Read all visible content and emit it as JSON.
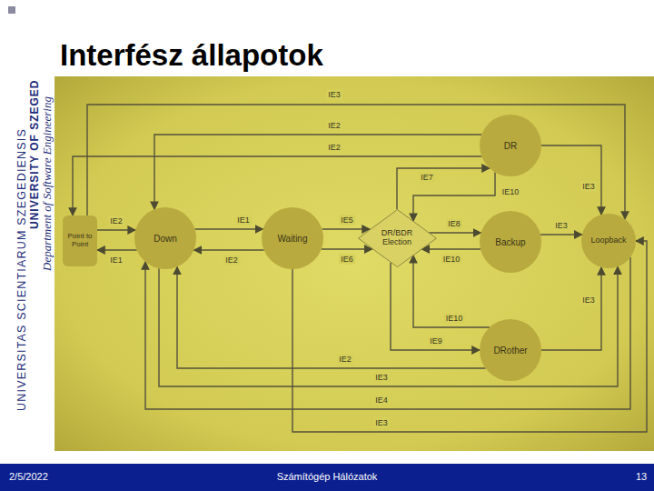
{
  "diagram": {
    "title": "Interfész állapotok",
    "nodes": [
      {
        "text": [
          "Point to Point"
        ]
      },
      {
        "text": [
          "Down"
        ]
      },
      {
        "text": [
          "Waiting"
        ]
      },
      {
        "text": [
          "DR/BDR Election"
        ]
      },
      {
        "text": [
          "DR"
        ]
      },
      {
        "text": [
          "Backup"
        ]
      },
      {
        "text": [
          "DRother"
        ]
      },
      {
        "text": [
          "Loopback"
        ]
      }
    ],
    "edges": [
      {
        "from": 0,
        "to": 7,
        "label": "IE3",
        "arrow": "to"
      },
      {
        "from": 4,
        "to": 1,
        "label": "IE2",
        "arrow": "to"
      },
      {
        "from": 4,
        "to": 0,
        "label": "IE2",
        "arrow": "to"
      },
      {
        "from": 0,
        "to": 1,
        "label": "IE2",
        "arrow": "to"
      },
      {
        "from": 1,
        "to": 0,
        "label": "IE1",
        "arrow": "to"
      },
      {
        "from": 1,
        "to": 2,
        "label": "IE1",
        "arrow": "to"
      },
      {
        "from": 2,
        "to": 1,
        "label": "IE2",
        "arrow": "to"
      },
      {
        "from": 2,
        "to": 3,
        "label": "IE5",
        "arrow": "to"
      },
      {
        "from": 2,
        "to": 3,
        "label": "IE6",
        "arrow": "to"
      },
      {
        "from": 3,
        "to": 4,
        "label": "IE7",
        "arrow": "to"
      },
      {
        "from": 4,
        "to": 3,
        "label": "IE10",
        "arrow": "to"
      },
      {
        "from": 3,
        "to": 5,
        "label": "IE8",
        "arrow": "to"
      },
      {
        "from": 5,
        "to": 3,
        "label": "IE10",
        "arrow": "to"
      },
      {
        "from": 3,
        "to": 6,
        "label": "IE9",
        "arrow": "to"
      },
      {
        "from": 6,
        "to": 3,
        "label": "IE10",
        "arrow": "to"
      },
      {
        "from": 4,
        "to": 7,
        "label": "IE3",
        "arrow": "to"
      },
      {
        "from": 5,
        "to": 7,
        "label": "IE3",
        "arrow": "to"
      },
      {
        "from": 6,
        "to": 7,
        "label": "IE3",
        "arrow": "to"
      },
      {
        "from": 6,
        "to": 1,
        "label": "IE2",
        "arrow": "to"
      },
      {
        "from": 1,
        "to": 7,
        "label": "IE3",
        "arrow": "to"
      },
      {
        "from": 7,
        "to": 1,
        "label": "IE4",
        "arrow": "to"
      },
      {
        "from": 2,
        "to": 7,
        "label": "IE3",
        "arrow": "to"
      }
    ],
    "labels": [
      "UNIVERSITAS SCIENTIARUM SZEGEDIENSIS",
      "UNIVERSITY OF SZEGED",
      "Department of Software Engineering",
      "2/5/2022",
      "Számítógép Hálózatok",
      "13"
    ]
  }
}
